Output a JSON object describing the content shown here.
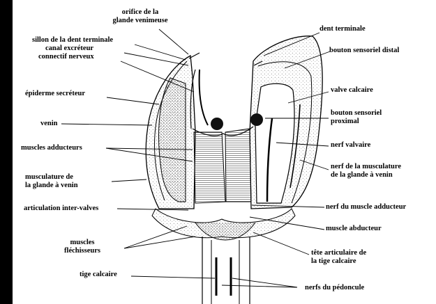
{
  "labels": {
    "orifice": "orifice de la\nglande venimeuse",
    "sillon": "sillon de la dent terminale",
    "canal": "canal excréteur",
    "connectif": "connectif nerveux",
    "epiderme": "épiderme secréteur",
    "venin": "venin",
    "muscles_adducteurs": "muscles adducteurs",
    "musculature": "musculature de\nla glande à venin",
    "articulation": "articulation inter-valves",
    "muscles_flechisseurs": "muscles\nfléchisseurs",
    "tige": "tige calcaire",
    "dent": "dent terminale",
    "bouton_distal": "bouton sensoriel distal",
    "valve": "valve calcaire",
    "bouton_proximal": "bouton sensoriel\nproximal",
    "nerf_valvaire": "nerf valvaire",
    "nerf_musculature": "nerf de la musculature\nde la glande à venin",
    "nerf_muscle": "nerf du muscle adducteur",
    "muscle_abducteur": "muscle abducteur",
    "tete": "tête articulaire de\nla tige calcaire",
    "nerfs_pedoncule": "nerfs du pédoncule"
  }
}
